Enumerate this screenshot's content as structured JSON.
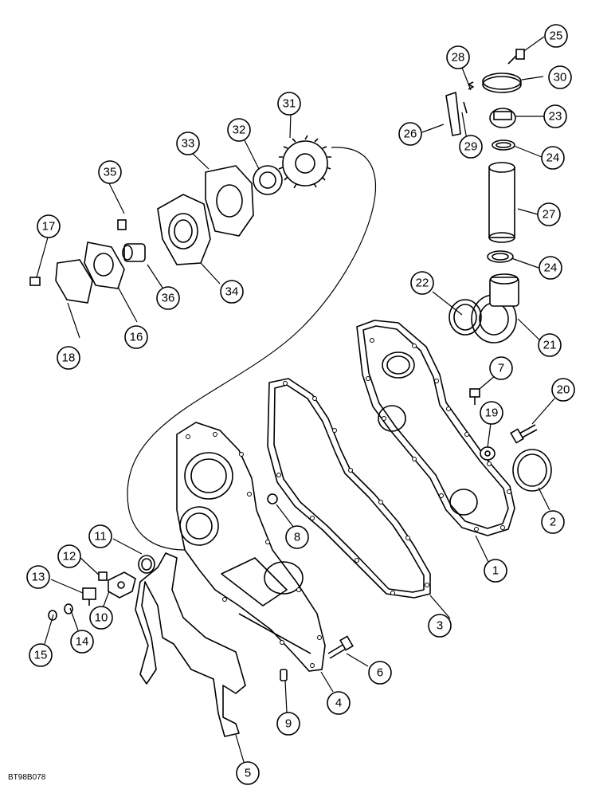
{
  "figure_code": "BT98B078",
  "callouts": [
    "1",
    "2",
    "3",
    "4",
    "5",
    "6",
    "7",
    "8",
    "9",
    "10",
    "11",
    "12",
    "13",
    "14",
    "15",
    "16",
    "17",
    "18",
    "19",
    "20",
    "21",
    "22",
    "23",
    "24",
    "24",
    "25",
    "26",
    "27",
    "28",
    "29",
    "30",
    "31",
    "32",
    "33",
    "34",
    "35",
    "36"
  ]
}
